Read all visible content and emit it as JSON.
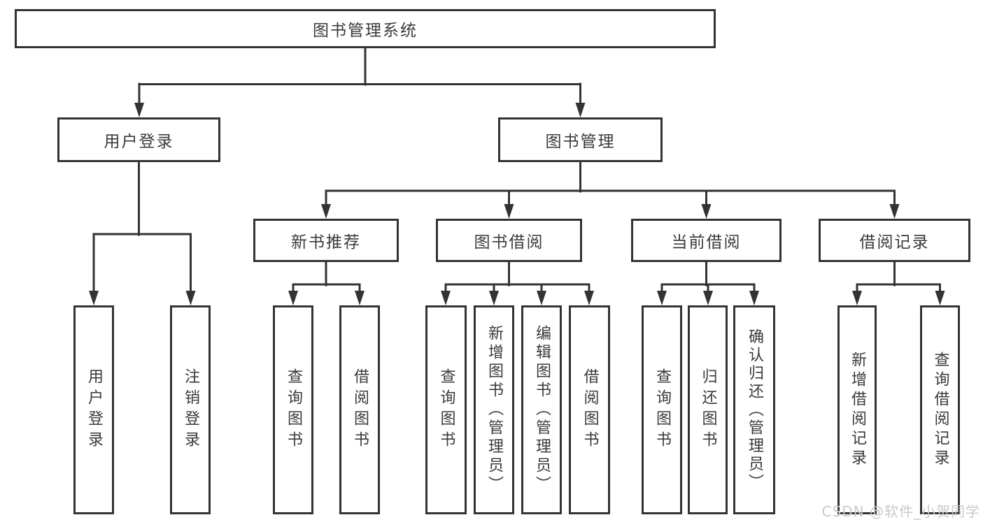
{
  "diagram": {
    "root_label": "图书管理系统",
    "user_login": {
      "label": "用户登录",
      "children": [
        "用户登录",
        "注销登录"
      ]
    },
    "book_management": {
      "label": "图书管理",
      "groups": [
        {
          "label": "新书推荐",
          "children": [
            "查询图书",
            "借阅图书"
          ]
        },
        {
          "label": "图书借阅",
          "children": [
            "查询图书",
            "新增图书（管理员）",
            "编辑图书（管理员）",
            "借阅图书"
          ]
        },
        {
          "label": "当前借阅",
          "children": [
            "查询图书",
            "归还图书",
            "确认归还（管理员）"
          ]
        },
        {
          "label": "借阅记录",
          "children": [
            "新增借阅记录",
            "查询借阅记录"
          ]
        }
      ]
    }
  },
  "watermark": {
    "text": "CSDN @软件_小贺同学"
  },
  "colors": {
    "line": "#333333",
    "node_text": "#3a3a3a",
    "node_fill": "#ffffff",
    "watermark": "#c9c9c9",
    "background": "#ffffff"
  }
}
